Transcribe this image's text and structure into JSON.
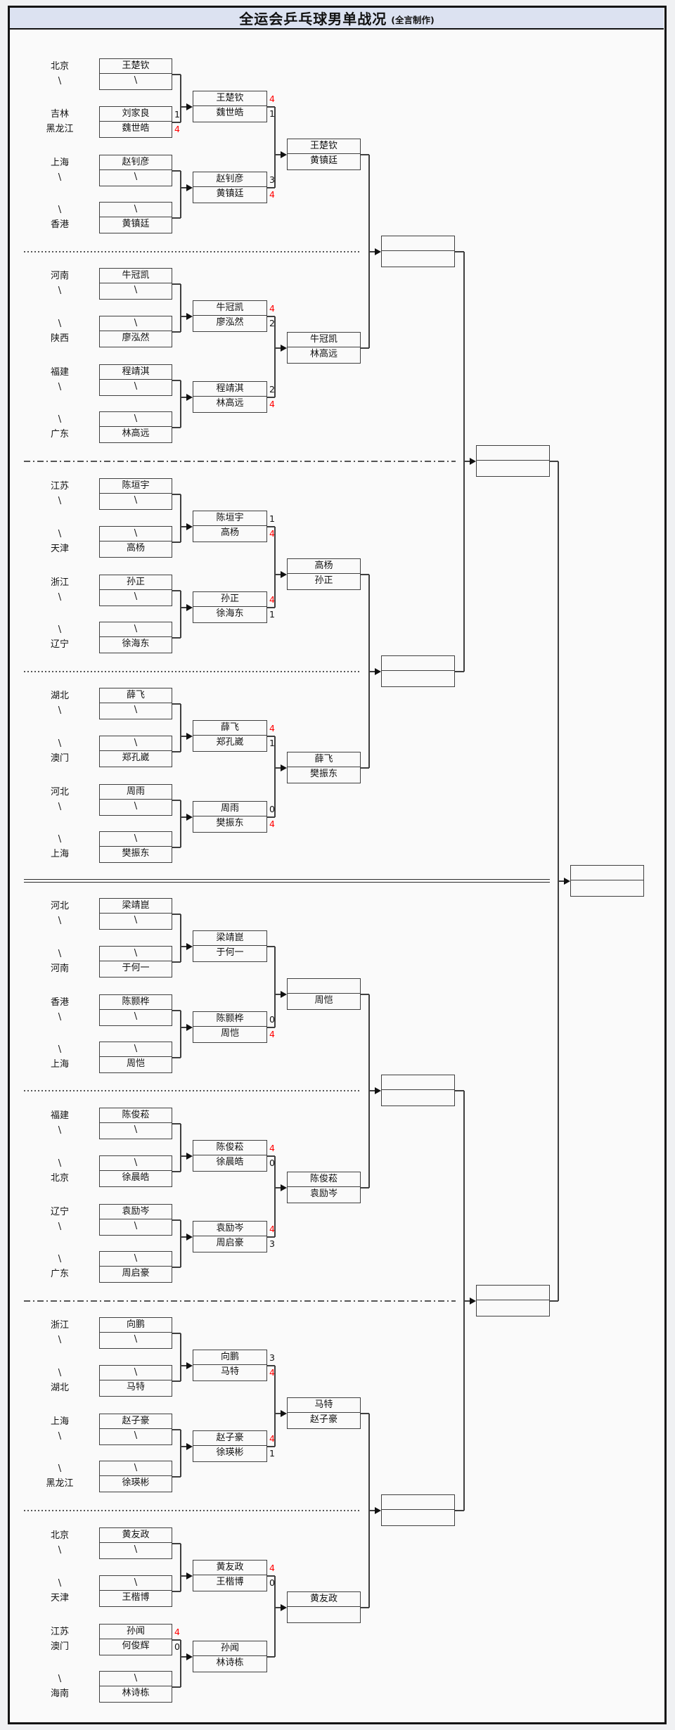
{
  "header": {
    "title": "全运会乒乓球男单战况",
    "credit": "(全言制作)"
  },
  "colors": {
    "header_bg": "#dce2f1",
    "win_score": "#ff0000",
    "line": "#3f3f3f",
    "border": "#141414"
  },
  "bracket": {
    "sections": [
      {
        "r1": [
          {
            "rows": [
              {
                "prov": "北京",
                "name": "王楚钦"
              },
              {
                "prov": "\\",
                "name": "\\"
              }
            ]
          },
          {
            "rows": [
              {
                "prov": "吉林",
                "name": "刘家良",
                "score": "1"
              },
              {
                "prov": "黑龙江",
                "name": "魏世皓",
                "score": "4"
              }
            ]
          },
          {
            "rows": [
              {
                "prov": "上海",
                "name": "赵钊彦"
              },
              {
                "prov": "\\",
                "name": "\\"
              }
            ]
          },
          {
            "rows": [
              {
                "prov": "\\",
                "name": "\\"
              },
              {
                "prov": "香港",
                "name": "黄镇廷"
              }
            ]
          }
        ],
        "r2": [
          {
            "rows": [
              {
                "name": "王楚钦",
                "score": "4"
              },
              {
                "name": "魏世皓",
                "score": "1"
              }
            ]
          },
          {
            "rows": [
              {
                "name": "赵钊彦",
                "score": "3"
              },
              {
                "name": "黄镇廷",
                "score": "4"
              }
            ]
          }
        ],
        "r3": {
          "rows": [
            {
              "name": "王楚钦"
            },
            {
              "name": "黄镇廷"
            }
          ]
        }
      },
      {
        "r1": [
          {
            "rows": [
              {
                "prov": "河南",
                "name": "牛冠凯"
              },
              {
                "prov": "\\",
                "name": "\\"
              }
            ]
          },
          {
            "rows": [
              {
                "prov": "\\",
                "name": "\\"
              },
              {
                "prov": "陕西",
                "name": "廖泓然"
              }
            ]
          },
          {
            "rows": [
              {
                "prov": "福建",
                "name": "程靖淇"
              },
              {
                "prov": "\\",
                "name": "\\"
              }
            ]
          },
          {
            "rows": [
              {
                "prov": "\\",
                "name": "\\"
              },
              {
                "prov": "广东",
                "name": "林高远"
              }
            ]
          }
        ],
        "r2": [
          {
            "rows": [
              {
                "name": "牛冠凯",
                "score": "4"
              },
              {
                "name": "廖泓然",
                "score": "2"
              }
            ]
          },
          {
            "rows": [
              {
                "name": "程靖淇",
                "score": "2"
              },
              {
                "name": "林高远",
                "score": "4"
              }
            ]
          }
        ],
        "r3": {
          "rows": [
            {
              "name": "牛冠凯"
            },
            {
              "name": "林高远"
            }
          ]
        }
      },
      {
        "r1": [
          {
            "rows": [
              {
                "prov": "江苏",
                "name": "陈垣宇"
              },
              {
                "prov": "\\",
                "name": "\\"
              }
            ]
          },
          {
            "rows": [
              {
                "prov": "\\",
                "name": "\\"
              },
              {
                "prov": "天津",
                "name": "高杨"
              }
            ]
          },
          {
            "rows": [
              {
                "prov": "浙江",
                "name": "孙正"
              },
              {
                "prov": "\\",
                "name": "\\"
              }
            ]
          },
          {
            "rows": [
              {
                "prov": "\\",
                "name": "\\"
              },
              {
                "prov": "辽宁",
                "name": "徐海东"
              }
            ]
          }
        ],
        "r2": [
          {
            "rows": [
              {
                "name": "陈垣宇",
                "score": "1"
              },
              {
                "name": "高杨",
                "score": "4"
              }
            ]
          },
          {
            "rows": [
              {
                "name": "孙正",
                "score": "4"
              },
              {
                "name": "徐海东",
                "score": "1"
              }
            ]
          }
        ],
        "r3": {
          "rows": [
            {
              "name": "高杨"
            },
            {
              "name": "孙正"
            }
          ]
        }
      },
      {
        "r1": [
          {
            "rows": [
              {
                "prov": "湖北",
                "name": "薛飞"
              },
              {
                "prov": "\\",
                "name": "\\"
              }
            ]
          },
          {
            "rows": [
              {
                "prov": "\\",
                "name": "\\"
              },
              {
                "prov": "澳门",
                "name": "郑孔崴"
              }
            ]
          },
          {
            "rows": [
              {
                "prov": "河北",
                "name": "周雨"
              },
              {
                "prov": "\\",
                "name": "\\"
              }
            ]
          },
          {
            "rows": [
              {
                "prov": "\\",
                "name": "\\"
              },
              {
                "prov": "上海",
                "name": "樊振东"
              }
            ]
          }
        ],
        "r2": [
          {
            "rows": [
              {
                "name": "薛飞",
                "score": "4"
              },
              {
                "name": "郑孔崴",
                "score": "1"
              }
            ]
          },
          {
            "rows": [
              {
                "name": "周雨",
                "score": "0"
              },
              {
                "name": "樊振东",
                "score": "4"
              }
            ]
          }
        ],
        "r3": {
          "rows": [
            {
              "name": "薛飞"
            },
            {
              "name": "樊振东"
            }
          ]
        }
      },
      {
        "r1": [
          {
            "rows": [
              {
                "prov": "河北",
                "name": "梁靖崑"
              },
              {
                "prov": "\\",
                "name": "\\"
              }
            ]
          },
          {
            "rows": [
              {
                "prov": "\\",
                "name": "\\"
              },
              {
                "prov": "河南",
                "name": "于何一"
              }
            ]
          },
          {
            "rows": [
              {
                "prov": "香港",
                "name": "陈颢桦"
              },
              {
                "prov": "\\",
                "name": "\\"
              }
            ]
          },
          {
            "rows": [
              {
                "prov": "\\",
                "name": "\\"
              },
              {
                "prov": "上海",
                "name": "周恺"
              }
            ]
          }
        ],
        "r2": [
          {
            "rows": [
              {
                "name": "梁靖崑"
              },
              {
                "name": "于何一"
              }
            ]
          },
          {
            "rows": [
              {
                "name": "陈颢桦",
                "score": "0"
              },
              {
                "name": "周恺",
                "score": "4"
              }
            ]
          }
        ],
        "r3": {
          "rows": [
            {
              "name": ""
            },
            {
              "name": "周恺"
            }
          ]
        }
      },
      {
        "r1": [
          {
            "rows": [
              {
                "prov": "福建",
                "name": "陈俊菘"
              },
              {
                "prov": "\\",
                "name": "\\"
              }
            ]
          },
          {
            "rows": [
              {
                "prov": "\\",
                "name": "\\"
              },
              {
                "prov": "北京",
                "name": "徐晨皓"
              }
            ]
          },
          {
            "rows": [
              {
                "prov": "辽宁",
                "name": "袁励岑"
              },
              {
                "prov": "\\",
                "name": "\\"
              }
            ]
          },
          {
            "rows": [
              {
                "prov": "\\",
                "name": "\\"
              },
              {
                "prov": "广东",
                "name": "周启豪"
              }
            ]
          }
        ],
        "r2": [
          {
            "rows": [
              {
                "name": "陈俊菘",
                "score": "4"
              },
              {
                "name": "徐晨皓",
                "score": "0"
              }
            ]
          },
          {
            "rows": [
              {
                "name": "袁励岑",
                "score": "4"
              },
              {
                "name": "周启豪",
                "score": "3"
              }
            ]
          }
        ],
        "r3": {
          "rows": [
            {
              "name": "陈俊菘"
            },
            {
              "name": "袁励岑"
            }
          ]
        }
      },
      {
        "r1": [
          {
            "rows": [
              {
                "prov": "浙江",
                "name": "向鹏"
              },
              {
                "prov": "\\",
                "name": "\\"
              }
            ]
          },
          {
            "rows": [
              {
                "prov": "\\",
                "name": "\\"
              },
              {
                "prov": "湖北",
                "name": "马特"
              }
            ]
          },
          {
            "rows": [
              {
                "prov": "上海",
                "name": "赵子豪"
              },
              {
                "prov": "\\",
                "name": "\\"
              }
            ]
          },
          {
            "rows": [
              {
                "prov": "\\",
                "name": "\\"
              },
              {
                "prov": "黑龙江",
                "name": "徐瑛彬"
              }
            ]
          }
        ],
        "r2": [
          {
            "rows": [
              {
                "name": "向鹏",
                "score": "3"
              },
              {
                "name": "马特",
                "score": "4"
              }
            ]
          },
          {
            "rows": [
              {
                "name": "赵子豪",
                "score": "4"
              },
              {
                "name": "徐瑛彬",
                "score": "1"
              }
            ]
          }
        ],
        "r3": {
          "rows": [
            {
              "name": "马特"
            },
            {
              "name": "赵子豪"
            }
          ]
        }
      },
      {
        "r1": [
          {
            "rows": [
              {
                "prov": "北京",
                "name": "黄友政"
              },
              {
                "prov": "\\",
                "name": "\\"
              }
            ]
          },
          {
            "rows": [
              {
                "prov": "\\",
                "name": "\\"
              },
              {
                "prov": "天津",
                "name": "王楷博"
              }
            ]
          },
          {
            "rows": [
              {
                "prov": "江苏",
                "name": "孙闻",
                "score": "4"
              },
              {
                "prov": "澳门",
                "name": "何俊辉",
                "score": "0"
              }
            ]
          },
          {
            "rows": [
              {
                "prov": "\\",
                "name": "\\"
              },
              {
                "prov": "海南",
                "name": "林诗栋"
              }
            ]
          }
        ],
        "r2": [
          {
            "rows": [
              {
                "name": "黄友政",
                "score": "4"
              },
              {
                "name": "王楷博",
                "score": "0"
              }
            ]
          },
          {
            "rows": [
              {
                "name": "孙闻"
              },
              {
                "name": "林诗栋"
              }
            ]
          }
        ],
        "r3": {
          "rows": [
            {
              "name": "黄友政"
            },
            {
              "name": ""
            }
          ]
        }
      }
    ],
    "qf": [
      {
        "rows": [
          {
            "name": ""
          },
          {
            "name": ""
          }
        ]
      },
      {
        "rows": [
          {
            "name": ""
          },
          {
            "name": ""
          }
        ]
      },
      {
        "rows": [
          {
            "name": ""
          },
          {
            "name": ""
          }
        ]
      },
      {
        "rows": [
          {
            "name": ""
          },
          {
            "name": ""
          }
        ]
      }
    ],
    "sf": [
      {
        "rows": [
          {
            "name": ""
          },
          {
            "name": ""
          }
        ]
      },
      {
        "rows": [
          {
            "name": ""
          },
          {
            "name": ""
          }
        ]
      }
    ],
    "final": {
      "rows": [
        {
          "name": ""
        },
        {
          "name": ""
        }
      ]
    }
  }
}
